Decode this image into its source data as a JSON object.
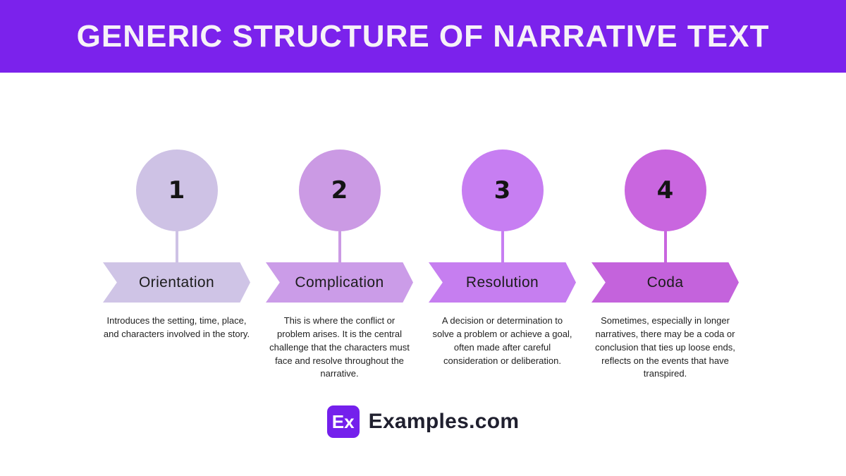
{
  "header": {
    "title": "GENERIC STRUCTURE OF NARRATIVE TEXT",
    "background": "#7B22EC",
    "text_color": "#F6F2F8"
  },
  "steps": [
    {
      "number": "1",
      "label": "Orientation",
      "description": "Introduces the setting, time, place,\nand characters involved in the story.",
      "circle_color": "#CEC2E5",
      "banner_color": "#CFC4E6"
    },
    {
      "number": "2",
      "label": "Complication",
      "description": "This is where the conflict or\nproblem arises. It is the central\nchallenge that the characters must\nface and resolve throughout the\nnarrative.",
      "circle_color": "#CB9AE4",
      "banner_color": "#CB9CE8"
    },
    {
      "number": "3",
      "label": "Resolution",
      "description": "A decision or determination to\nsolve a problem or achieve a goal,\noften made after careful\nconsideration or deliberation.",
      "circle_color": "#C77EF2",
      "banner_color": "#C67EF0"
    },
    {
      "number": "4",
      "label": "Coda",
      "description": "Sometimes, especially in longer\nnarratives, there may be a coda or\nconclusion that ties up loose ends,\nreflects on the events that have\ntranspired.",
      "circle_color": "#C966DF",
      "banner_color": "#C463DC"
    }
  ],
  "footer": {
    "badge_label": "Ex",
    "badge_color": "#7420EC",
    "brand": "Examples.com"
  }
}
